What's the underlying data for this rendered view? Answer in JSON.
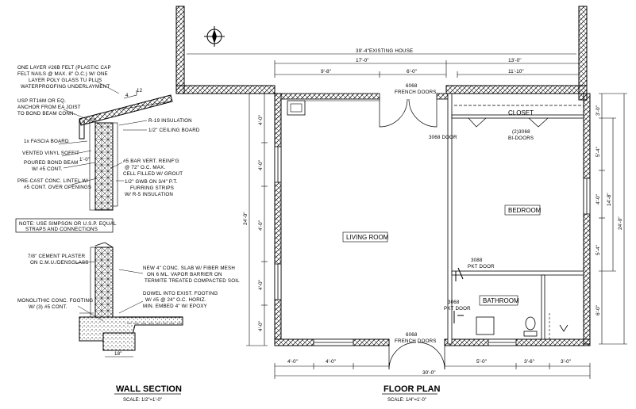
{
  "plan": {
    "existing_house": "39'-4\"EXISTING HOUSE",
    "rooms": {
      "living": "LIVING ROOM",
      "bedroom": "BEDROOM",
      "closet": "CLOSET",
      "bathroom": "BATHROOM"
    },
    "doors": {
      "french_top": [
        "6068",
        "FRENCH DOORS"
      ],
      "french_bottom": [
        "6068",
        "FRENCH DOORS"
      ],
      "door_3068": "3068 DOOR",
      "bi_doors": [
        "(2)3068",
        "BI-DOORS"
      ],
      "pkt_top": [
        "3088",
        "PKT DOOR"
      ],
      "pkt_bottom": [
        "3068",
        "PKT DOOR"
      ]
    },
    "dims": {
      "top_left_total": "17'-0\"",
      "top_right_total": "13'-0\"",
      "top_seg1": "9'-8\"",
      "top_seg2": "6'-0\"",
      "top_right_seg": "11'-10\"",
      "left_total": "24'-0\"",
      "left_segs": [
        "4'-0\"",
        "4'-0\"",
        "4'-0\"",
        "4'-0\"",
        "4'-0\""
      ],
      "right_total": "24'-0\"",
      "right_inner": "14'-8\"",
      "right_segs": [
        "3'-0\"",
        "5'-4\"",
        "4'-0\"",
        "5'-4\"",
        "6'-0\""
      ],
      "bottom_segs": [
        "4'-0\"",
        "4'-0\"",
        "5'-0\"",
        "3'-6\"",
        "3'-0\""
      ],
      "bottom_total": "30'-0\""
    },
    "title": "FLOOR PLAN",
    "scale": "SCALE: 1/4\"=1'-0\""
  },
  "wall_section": {
    "roof_note": [
      "ONE LAYER #26B FELT (PLASTIC CAP",
      "FELT NAILS @ MAX. 8\" O.C.) W/ ONE",
      "LAYER POLY GLASS TU PLUS",
      "WATERPROOFING UNDERLAYMENT"
    ],
    "slope": [
      "4",
      "12"
    ],
    "anchor_note": [
      "USP RT16M OR EQ.",
      "ANCHOR FROM EA JOIST",
      "TO BOND BEAM CONN."
    ],
    "insulation": "R-19 INSULATION",
    "ceiling": "1/2\" CEILING BOARD",
    "fascia": "1x FASCIA BOARD",
    "soffit": "VENTED VINYL SOFFIT",
    "bond_beam": [
      "POURED BOND BEAM",
      "W/ #5 CONT."
    ],
    "bond_dim": "1'-0\"",
    "reinf": [
      "#5 BAR VERT. REINF'G",
      "@ 72\" O.C. MAX.",
      "CELL FILLED W/ GROUT"
    ],
    "lintel": [
      "PRE-CAST CONC. LINTEL W/",
      "#5 CONT. OVER OPENINGS"
    ],
    "gwb": [
      "1/2\" GWB ON 3/4\" P.T.",
      "FURRING STRIPS",
      "W/ R-5 INSULATION"
    ],
    "note": [
      "NOTE: USE SIMPSON OR U.S.P. EQUAL",
      "STRAPS AND CONNECTIONS"
    ],
    "plaster": [
      "7/8\" CEMENT PLASTER",
      "ON C.M.U./DENSGLASS"
    ],
    "slab": [
      "NEW 4\" CONC. SLAB W/ FIBER MESH",
      "ON 6 ML. VAPOR BARRIER ON",
      "TERMITE TREATED COMPACTED SOIL"
    ],
    "footing": [
      "MONOLITHIC CONC. FOOTING",
      "W/ (3) #5 CONT."
    ],
    "dowel": [
      "DOWEL INTO EXIST. FOOTING",
      "W/ #5 @ 24\" O.C. HORIZ.",
      "MIN. EMBED 4\" W/ EPOXY"
    ],
    "footing_dim": "18\"",
    "title": "WALL SECTION",
    "scale": "SCALE: 1/2\"=1'-0\""
  }
}
